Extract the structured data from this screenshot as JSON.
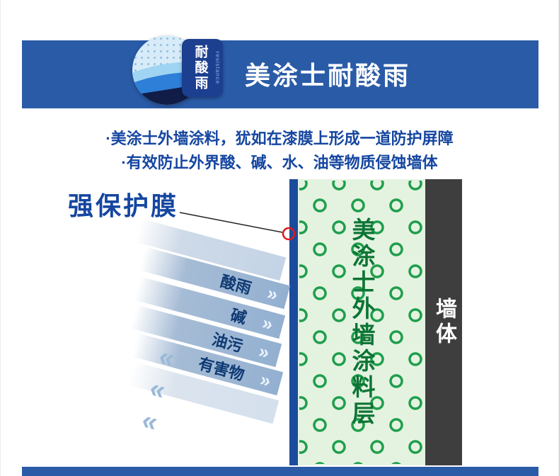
{
  "colors": {
    "header_bg": "#2a5ba7",
    "text_blue": "#1546a0",
    "film_blue": "#1b4c9c",
    "band_label": "#0f3a73",
    "coating_bg": "#e4f3e0",
    "ring_green": "#1f9e4d",
    "coating_text": "#0d7435",
    "wall_gray": "#3e3e3e",
    "marker_red": "#e21818"
  },
  "header": {
    "title": "美涂士耐酸雨",
    "icon_badge_label": "耐酸雨",
    "icon_badge_side": "resistance"
  },
  "intro": {
    "line1": "·美涂士外墙涂料，犹如在漆膜上形成一道防护屏障",
    "line2": "·有效防止外界酸、碱、水、油等物质侵蚀墙体"
  },
  "diagram": {
    "film_title": "强保护膜",
    "bands": [
      {
        "label": "酸雨",
        "chevron": "»"
      },
      {
        "label": "碱",
        "chevron": "»"
      },
      {
        "label": "油污",
        "chevron": "»"
      },
      {
        "label": "有害物",
        "chevron": "»"
      }
    ],
    "bounce_chevrons": [
      "«",
      "«",
      "«"
    ],
    "coating_label": "美涂士外墙涂料层",
    "wall_label": "墙体"
  }
}
